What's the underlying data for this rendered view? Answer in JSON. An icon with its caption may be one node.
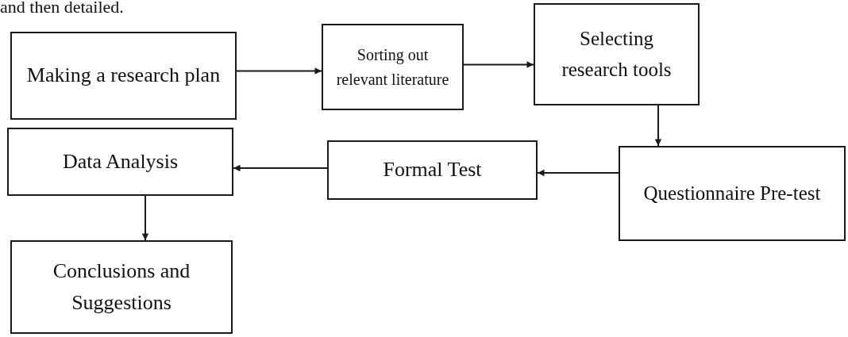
{
  "diagram": {
    "nodes": [
      {
        "text": [
          "Making a research plan"
        ]
      },
      {
        "text": [
          "Sorting out relevant literature"
        ]
      },
      {
        "text": [
          "Selecting research tools"
        ]
      },
      {
        "text": [
          "Questionnaire Pre-test"
        ]
      },
      {
        "text": [
          "Formal Test"
        ]
      },
      {
        "text": [
          "Data Analysis"
        ]
      },
      {
        "text": [
          "Conclusions and Suggestions"
        ]
      }
    ],
    "edges": [
      {
        "from": 0,
        "to": 1,
        "arrow": "to"
      },
      {
        "from": 1,
        "to": 2,
        "arrow": "to"
      },
      {
        "from": 2,
        "to": 3,
        "arrow": "to"
      },
      {
        "from": 3,
        "to": 4,
        "arrow": "to"
      },
      {
        "from": 4,
        "to": 5,
        "arrow": "to"
      },
      {
        "from": 5,
        "to": 6,
        "arrow": "to"
      }
    ],
    "labels": [
      "and then detailed."
    ]
  }
}
